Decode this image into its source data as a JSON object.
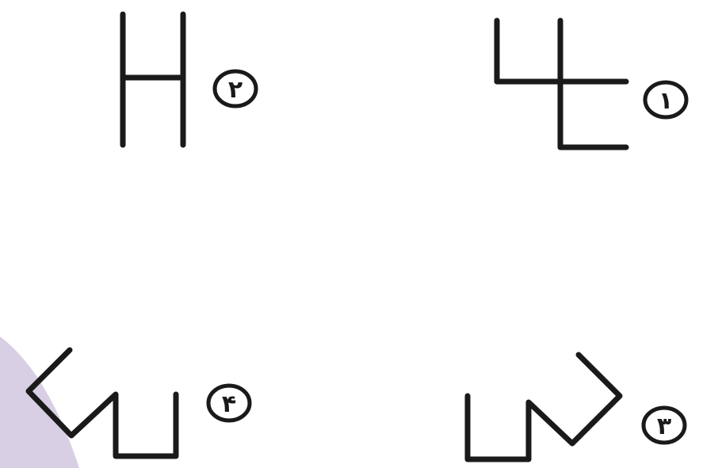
{
  "colors": {
    "ink": "#1a1a1a",
    "background": "#ffffff",
    "accent_blob": "#d9cfe5"
  },
  "options": [
    {
      "id": "option-1",
      "number": "۱"
    },
    {
      "id": "option-2",
      "number": "۲"
    },
    {
      "id": "option-3",
      "number": "۳"
    },
    {
      "id": "option-4",
      "number": "۴"
    }
  ]
}
